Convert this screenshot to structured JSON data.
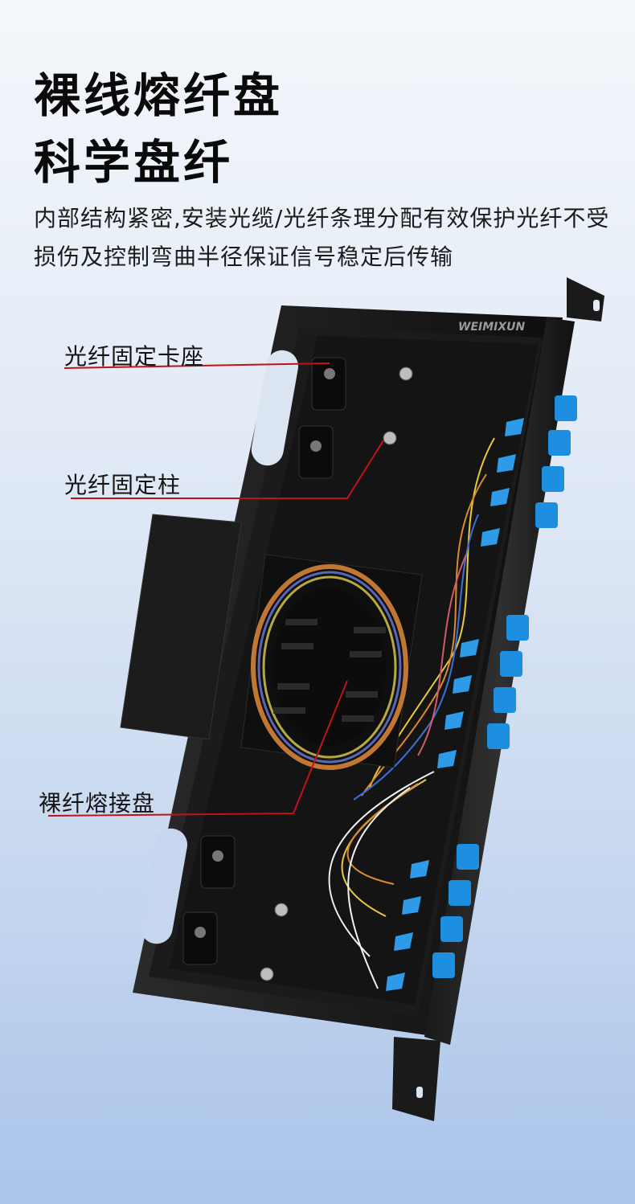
{
  "heading": {
    "line1": "裸线熔纤盘",
    "line2": "科学盘纤"
  },
  "description": "内部结构紧密,安装光缆/光纤条理分配有效保护光纤不受损伤及控制弯曲半径保证信号稳定后传输",
  "brand_logo": "WEIMIXUN",
  "callouts": [
    {
      "label": "光纤固定卡座"
    },
    {
      "label": "光纤固定柱"
    },
    {
      "label": "裸纤熔接盘"
    }
  ],
  "colors": {
    "callout_line": "#c0121b",
    "adapter_blue": "#1e8fe0",
    "panel_black": "#151515"
  }
}
